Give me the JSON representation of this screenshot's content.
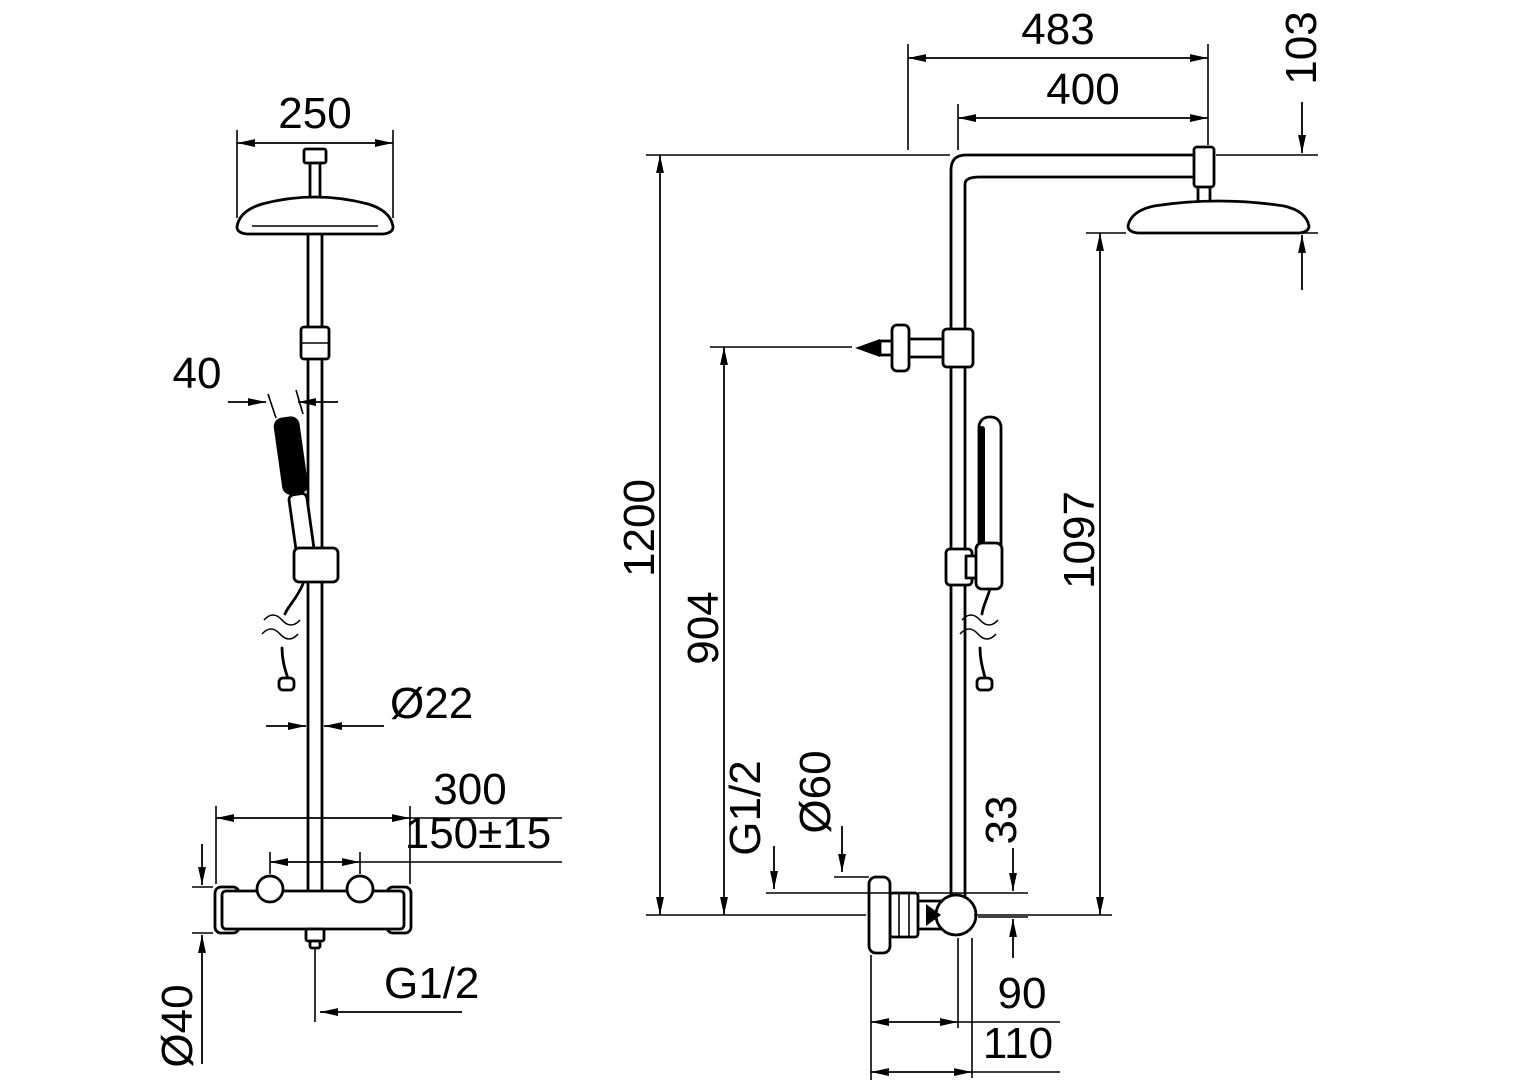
{
  "drawing": {
    "front": {
      "head_width": "250",
      "handset_width": "40",
      "pipe_diameter": "Ø22",
      "valve_width": "300",
      "inlet_spacing": "150±15",
      "outlet_thread": "G1/2",
      "escutcheon_diameter": "Ø40"
    },
    "side": {
      "reach_overall": "483",
      "arm_length": "400",
      "head_drop": "103",
      "height_overall": "1200",
      "height_bracket": "904",
      "height_head": "1097",
      "inlet_thread": "G1/2",
      "flange_diameter": "Ø60",
      "inlet_offset": "33",
      "depth_min": "90",
      "depth_max": "110"
    }
  },
  "colors": {
    "line": "#000000",
    "background": "#ffffff"
  }
}
